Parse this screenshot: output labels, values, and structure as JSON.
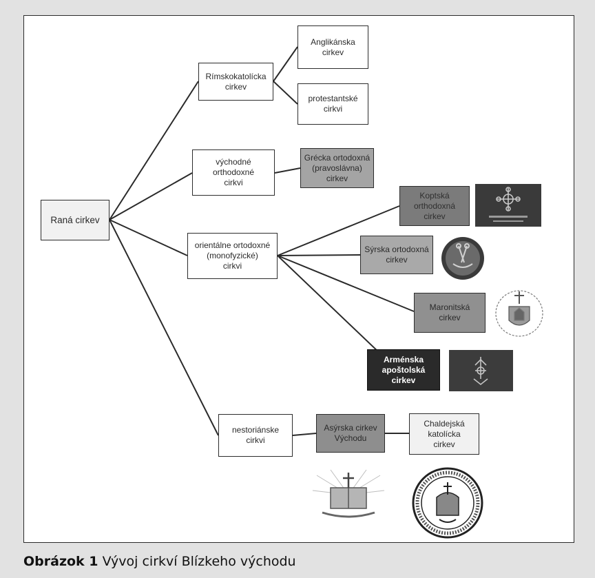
{
  "diagram": {
    "nodes": {
      "rana": "Raná cirkev",
      "rimskokatolicka": "Rímskokatolícka\ncirkev",
      "anglikanska": "Anglikánska\ncirkev",
      "protestantske": "protestantské\ncirkvi",
      "vychodne": "východné\northodoxné\ncirkvi",
      "grecka": "Grécka ortodoxná\n(pravoslávna)\ncirkev",
      "orientalne": "orientálne ortodoxné\n(monofyzické)\ncirkvi",
      "koptska": "Koptská\northodoxná\ncirkev",
      "syrska": "Sýrska ortodoxná\ncirkev",
      "maronitska": "Maronitská\ncirkev",
      "armenska": "Arménska\napoštolská\ncirkev",
      "nestorianske": "nestoriánske\ncirkvi",
      "asyrska": "Asýrska cirkev\nVýchodu",
      "chaldejska": "Chaldejská\nkatolícka\ncirkev"
    },
    "logos": {
      "coptic": "coptic-cross-emblem-icon",
      "syriac": "syriac-orthodox-seal-icon",
      "maronite": "maronite-coat-of-arms-icon",
      "armenian": "armenian-apostolic-emblem-icon",
      "assyrian": "assyrian-church-emblem-icon",
      "chaldean": "chaldean-catholic-seal-icon"
    }
  },
  "caption": {
    "label": "Obrázok 1",
    "text": " Vývoj cirkví Blízkeho východu"
  }
}
